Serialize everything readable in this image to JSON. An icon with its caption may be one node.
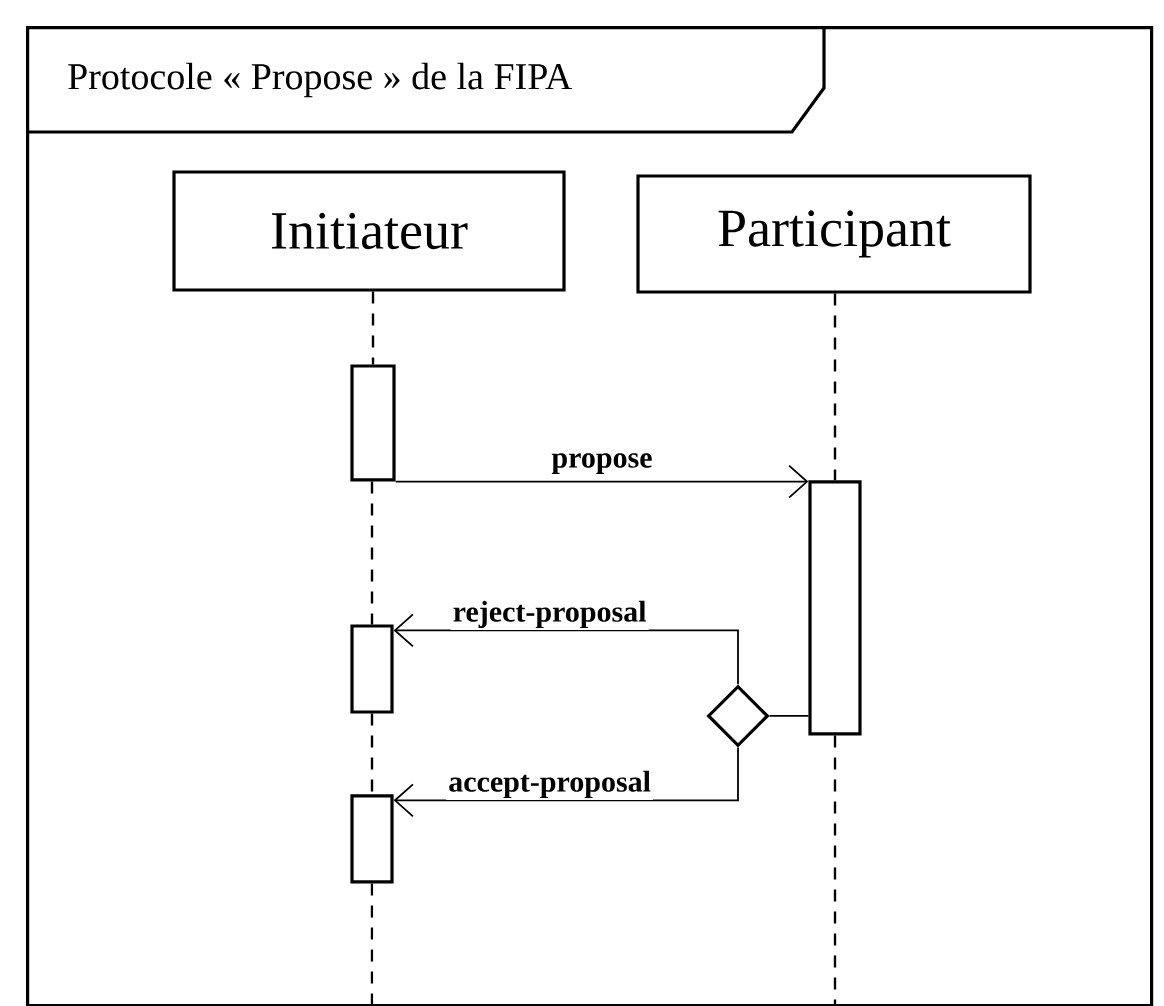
{
  "diagram": {
    "nodes": [
      {
        "text": [
          "Protocole « Propose » de la FIPA"
        ]
      },
      {
        "text": [
          "Initiateur"
        ],
        "in": 0
      },
      {
        "text": [
          "Participant"
        ],
        "in": 0
      },
      {
        "text": [],
        "shape": "bar",
        "in": 0
      },
      {
        "text": [],
        "shape": "bar",
        "in": 0
      },
      {
        "text": [],
        "shape": "diamond",
        "in": 0
      },
      {
        "text": [],
        "shape": "bar",
        "in": 0
      },
      {
        "text": [],
        "shape": "bar",
        "in": 0
      }
    ],
    "edges": [
      {
        "from": 1,
        "to": 3,
        "arrow": "none",
        "style": "dashed"
      },
      {
        "from": 3,
        "to": 6,
        "arrow": "none",
        "style": "dashed"
      },
      {
        "from": 6,
        "to": 7,
        "arrow": "none",
        "style": "dashed"
      },
      {
        "from": 7,
        "to": null,
        "arrow": "none",
        "style": "dashed"
      },
      {
        "from": 2,
        "to": 4,
        "arrow": "none",
        "style": "dashed"
      },
      {
        "from": 4,
        "to": null,
        "arrow": "none",
        "style": "dashed"
      },
      {
        "from": 3,
        "to": 4,
        "arrow": "to",
        "label": "propose"
      },
      {
        "from": 4,
        "to": 5,
        "arrow": "none"
      },
      {
        "from": 5,
        "to": 6,
        "arrow": "to",
        "label": "reject-proposal"
      },
      {
        "from": 5,
        "to": 7,
        "arrow": "to",
        "label": "accept-proposal"
      }
    ]
  }
}
